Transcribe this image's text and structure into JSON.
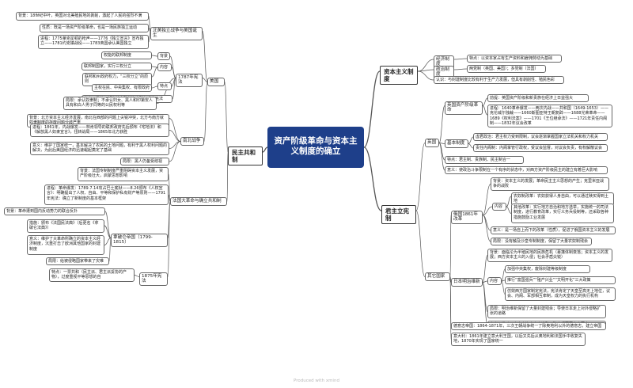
{
  "root": "资产阶级革命与资本主义制度的确立",
  "watermark": "Produced with xmind",
  "colors": {
    "root_bg": "#1e3f8a",
    "line": "#555555"
  },
  "nodes": {
    "n1": "民主共和制",
    "n2": "美国",
    "n3": "北美独立战争与美国诞生",
    "n4": "背景：18世纪中叶，英国对北美殖民地的剥削，激起了人民的强烈不满",
    "n5": "性质：既是一场资产阶级革命，也是一场民族独立运动",
    "n6": "进程：1775莱克星顿的枪声——1776《独立宣言》宣布独立——1781约克镇战役——1783英国承认美国独立",
    "n7": "1787年宪法",
    "n8": "权能的联邦制度",
    "n9": "联邦制国家，实行三权分立",
    "n10": "联邦和州政府权力，“三权分立”的原则",
    "n11": "主权在民、中央集权、有限政府",
    "n12": "意义：是第一部比较完整的资产阶级成文宪法",
    "n13": "背景",
    "n14": "内容",
    "n15": "特点",
    "n16": "局限：承认奴隶制；不承认妇女、黑人和印第安人具有和白人男子同等的公民权利等",
    "n17": "南北战争",
    "n18": "背景：北方资本主义经济发展，南北在西部的问题上尖锐冲突，北方与南方就奴隶制度的存废问题分歧严重",
    "n19": "进程：1861年，内战爆发——林肯领导的联邦政府先后颁布《宅地法》和《解放黑人奴隶宣言》，扭转战局——1865年北方获胜",
    "n20": "意义：维护了国家统一，基本解决了农民的土地问题，有利于黑人权利问题的解决，为此后美国经济的迅速崛起奠定了基础",
    "n21": "局限：黑人仍备受歧视",
    "n22": "法国大革命与确立共和制",
    "n23": "背景：法国专制制度严重阻碍资本主义发展，资产阶级壮大，启蒙思想影响",
    "n24": "进程：革命爆发：1789.7.14攻占巴士底狱——8.26颁布《人权宣言》：明确提出了人权、自由、平等和保护私有财产等原则——1791年宪法：确立了新制度的基本框架",
    "n25": "背景：革命遭到国内反动势力的联合反扑",
    "n26": "拿破仑帝国（1799-1815）",
    "n27": "措施：颁布《法国民法典》（后更名《拿破仑法典》）",
    "n28": "意义：维护了大革命所确立的资本主义经济制度，沉重打击了欧洲其他国家的封建制度",
    "n29": "局限：给被侵略国家带来了灾难",
    "n30": "1875年宪法",
    "n31": "特点：一票共和（民主派、君主派妥协的产物），过度重视平等思想的自",
    "n32": "资本主义制度",
    "n33": "经济制度",
    "n34": "特点：以资本家占有生产资料和雇佣劳动为基础",
    "n35": "政治制度",
    "n36": "两党制（英国、美国）；多党制（法国）",
    "n37": "认识：与封建制度比较有利于生产力发展，但具有剥削性、殖民色彩",
    "n38": "君主立宪制",
    "n39": "英国",
    "n40": "英国资产阶级革命",
    "n41": "前提：英国资产阶级和新贵族在经济上日益强大",
    "n42": "进程：1640革命爆发——两次内战——共和国（1649-1653）——克伦威尔独裁——1660斯图亚特王朝复辟——1688光荣革命——1689《权利法案》——1701《王位继承法》——1721年责任内阁制——1832年议会改革",
    "n43": "基本制度",
    "n44": "虚君政治：君主权力受到限制，议会逐渐掌握国家立法机关和权力机关",
    "n45": "责任内阁制：内阁掌管行政权，受议会监督，对议会负责，有权解散议会",
    "n46": "特点：君主制、贵族制、民主制合一",
    "n47": "意义：使政治斗争限制在一个有序的状态中，对西方资产阶级民主的建立有着巨大影响",
    "n48": "其它国家",
    "n49": "俄国1861年改革",
    "n50": "背景：资本主义的发展；革命民主主义思想的产生；克里米亚战争的战败",
    "n51": "农奴制改革：农奴获得人身自由，可以通过赎买得到土地",
    "n52": "其他改革：实行地方自治和地方选举，实施统一的司法制度，进行教育改革，实行义务兵役制等，还采取各种措施鼓励工业发展",
    "n53": "内容",
    "n54": "意义：是一场自上而下的改革（性质），促进了俄国资本主义的发展",
    "n55": "局限：没有触及沙皇专制制度，保留了大量农奴制残余",
    "n56": "日本明治维新",
    "n57": "背景：面临沦为半殖民地的民族危机（幕藩体制衰落；资本主义的发展；西方资本主义的入侵；社会矛盾尖锐）",
    "n58": "加强中央集权，废除封建等级制度",
    "n59": "推行“富国强兵”“殖产兴业”“文明开化”三大政策",
    "n60": "仿效西方国家制定宪法，宪法肯定了天皇至高无上地位，议会、内阁、军部相互牵制，成为天皇权力的执行机构",
    "n61": "内容",
    "n62": "局限：明治维新保留了大量封建残余；导使日本走上对外侵略扩张的道路",
    "n63": "意义：推动日本走上资本主义道路，建立起军国主义国家",
    "n64": "德意志帝国：1864-1871年，三次王朝战争统一了除奥地利以外的德意志，建立帝国",
    "n65": "意大利：1861年建立意大利王国，以后又先后从奥地利和法国手中收复失地，1870年实现了国家统一"
  }
}
